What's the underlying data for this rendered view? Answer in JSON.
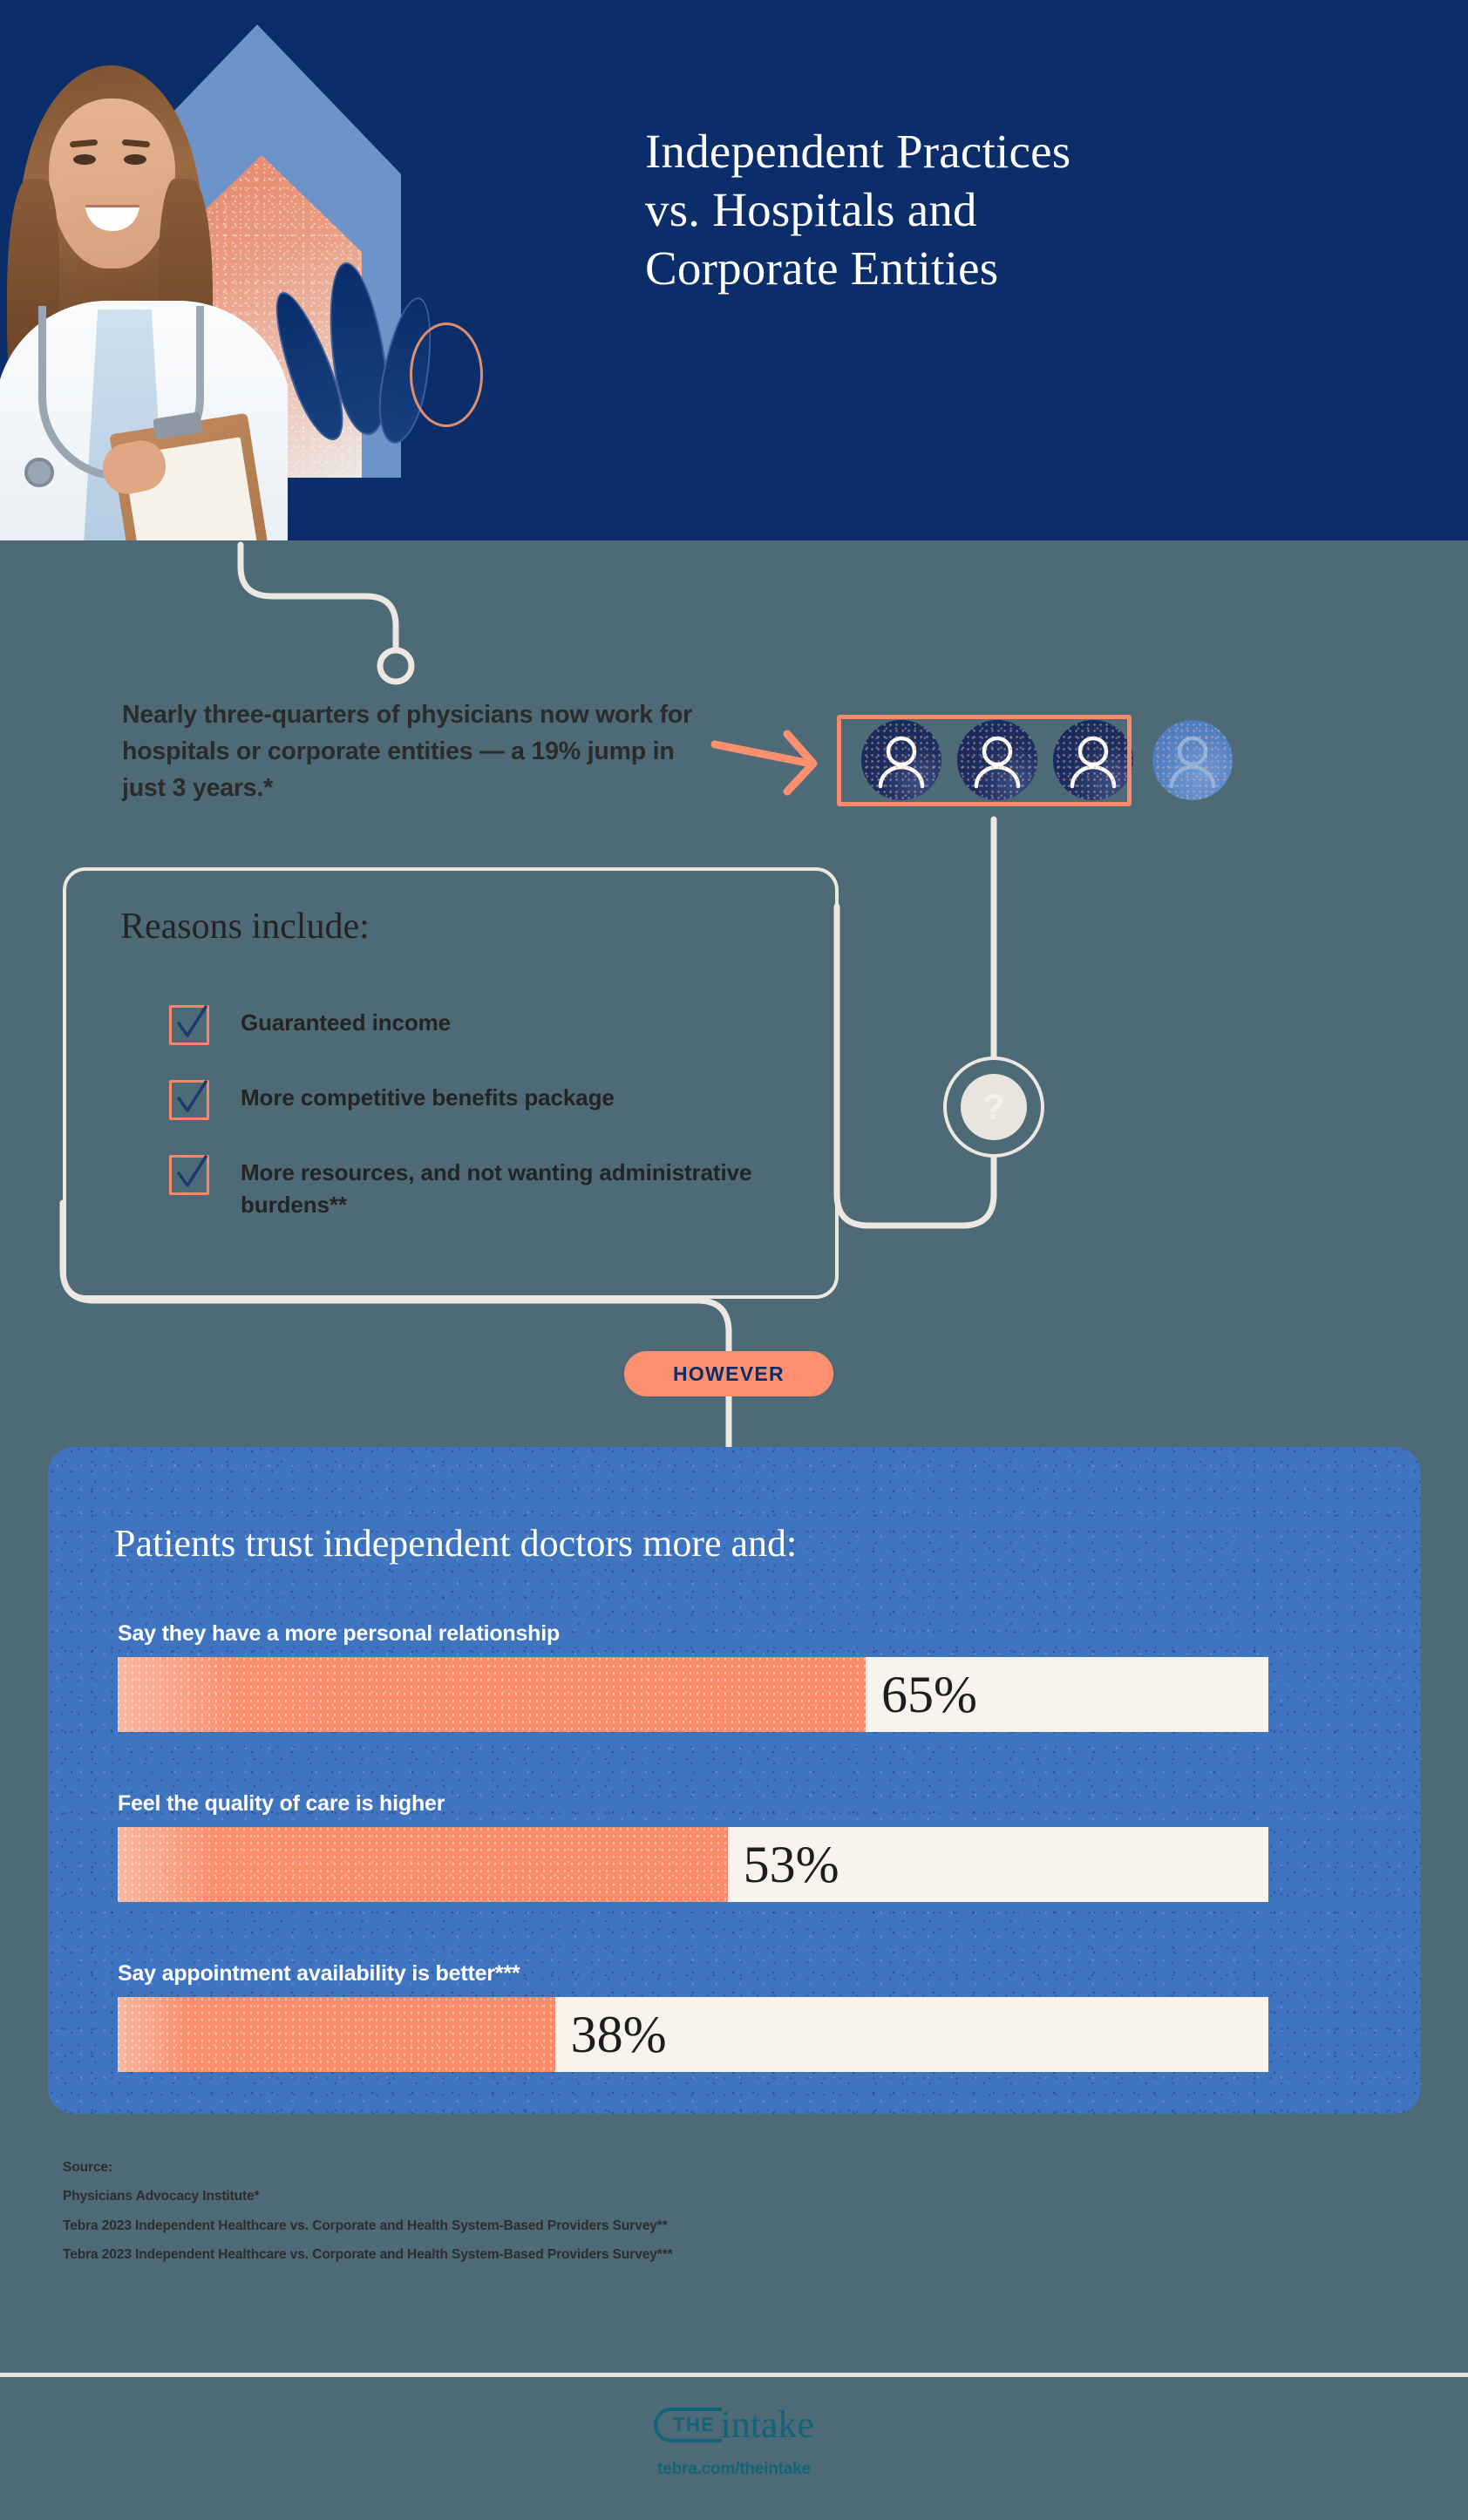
{
  "hero": {
    "title": "Independent Practices vs. Hospitals and Corporate Entities",
    "title_line1": "Independent Practices",
    "title_line2": "vs. Hospitals and",
    "title_line3": "Corporate Entities"
  },
  "stat": {
    "text": "Nearly three-quarters of physicians now work for hospitals or corporate entities — a 19% jump in just 3 years.*",
    "people_highlighted": 3,
    "people_total": 4,
    "bracket_color": "#fa8b6a",
    "person_dark_color": "#1c2f63",
    "person_light_color": "#4f7fc4"
  },
  "reasons": {
    "title": "Reasons include:",
    "items": [
      {
        "label": "Guaranteed income"
      },
      {
        "label": "More competitive benefits package"
      },
      {
        "label": "More resources, and not wanting administrative burdens**"
      }
    ],
    "checkbox_border_color": "#f8886a",
    "check_color": "#1c3a6e"
  },
  "question_badge": {
    "glyph": "?"
  },
  "however": {
    "label": "HOWEVER",
    "bg_color": "#fb8f6e",
    "text_color": "#0b2e6b"
  },
  "panel": {
    "title": "Patients trust independent doctors more and:",
    "bg_color": "#3f74c0"
  },
  "chart_data": {
    "type": "bar",
    "title": "Patients trust independent doctors more and:",
    "orientation": "horizontal",
    "categories": [
      "Say they have a more personal relationship",
      "Feel the quality of care is higher",
      "Say appointment availability is better***"
    ],
    "values": [
      65,
      53,
      38
    ],
    "value_labels": [
      "65%",
      "53%",
      "38%"
    ],
    "xlabel": "",
    "ylabel": "",
    "xlim": [
      0,
      100
    ],
    "grid": false,
    "legend": "none",
    "bar_color": "#fb8f6e",
    "track_color": "#f7f4ee"
  },
  "sources": {
    "heading": "Source:",
    "lines": [
      "Physicians Advocacy Institute*",
      "Tebra 2023 Independent Healthcare vs. Corporate and Health System-Based Providers Survey**",
      "Tebra 2023 Independent Healthcare vs. Corporate and Health System-Based Providers Survey***"
    ]
  },
  "footer": {
    "logo_badge": "THE",
    "logo_word": "intake",
    "url": "tebra.com/theintake",
    "brand_color": "#12647a"
  },
  "theme": {
    "page_bg": "#4d6a76",
    "hero_bg": "#0b2e6b",
    "line_color": "#ece7e0",
    "accent_orange": "#fb8f6e"
  }
}
